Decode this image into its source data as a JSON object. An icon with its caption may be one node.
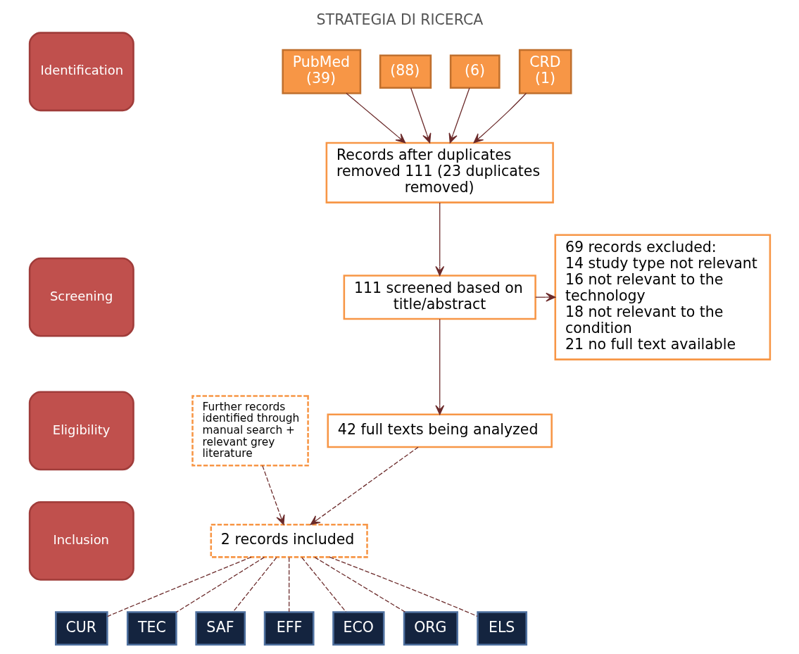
{
  "diagram": {
    "title": "STRATEGIA DI RICERCA",
    "nodes": [
      {
        "text": [
          "Identification"
        ]
      },
      {
        "text": [
          "Screening"
        ]
      },
      {
        "text": [
          "Eligibility"
        ]
      },
      {
        "text": [
          "Inclusion"
        ]
      },
      {
        "text": [
          "PubMed",
          "(39)"
        ]
      },
      {
        "text": [
          "(88)"
        ]
      },
      {
        "text": [
          "(6)"
        ]
      },
      {
        "text": [
          "CRD",
          "(1)"
        ]
      },
      {
        "text": [
          "Records after duplicates removed 111 (23 duplicates removed)"
        ]
      },
      {
        "text": [
          "111 screened based on title/abstract"
        ]
      },
      {
        "text": [
          "69 records excluded:",
          "14 study type not relevant",
          "16 not relevant to the technology",
          "18 not relevant to the condition",
          "21 no full text available"
        ]
      },
      {
        "text": [
          "42 full texts being analyzed"
        ]
      },
      {
        "text": [
          "Further records identified through manual search + relevant grey literature"
        ]
      },
      {
        "text": [
          "2 records included"
        ]
      },
      {
        "text": [
          "CUR"
        ]
      },
      {
        "text": [
          "TEC"
        ]
      },
      {
        "text": [
          "SAF"
        ]
      },
      {
        "text": [
          "EFF"
        ]
      },
      {
        "text": [
          "ECO"
        ]
      },
      {
        "text": [
          "ORG"
        ]
      },
      {
        "text": [
          "ELS"
        ]
      }
    ],
    "edges": [
      {
        "from": 4,
        "to": 8,
        "arrow": "to"
      },
      {
        "from": 5,
        "to": 8,
        "arrow": "to"
      },
      {
        "from": 6,
        "to": 8,
        "arrow": "to"
      },
      {
        "from": 7,
        "to": 8,
        "arrow": "to"
      },
      {
        "from": 8,
        "to": 9,
        "arrow": "to"
      },
      {
        "from": 9,
        "to": 10,
        "arrow": "to"
      },
      {
        "from": 9,
        "to": 11,
        "arrow": "to"
      },
      {
        "from": 11,
        "to": 13,
        "arrow": "to",
        "style": "dashed"
      },
      {
        "from": 12,
        "to": 13,
        "arrow": "to",
        "style": "dashed"
      },
      {
        "from": 13,
        "to": 14,
        "arrow": "none",
        "style": "dashed"
      },
      {
        "from": 13,
        "to": 15,
        "arrow": "none",
        "style": "dashed"
      },
      {
        "from": 13,
        "to": 16,
        "arrow": "none",
        "style": "dashed"
      },
      {
        "from": 13,
        "to": 17,
        "arrow": "none",
        "style": "dashed"
      },
      {
        "from": 13,
        "to": 18,
        "arrow": "none",
        "style": "dashed"
      },
      {
        "from": 13,
        "to": 19,
        "arrow": "none",
        "style": "dashed"
      },
      {
        "from": 13,
        "to": 20,
        "arrow": "none",
        "style": "dashed"
      }
    ]
  }
}
